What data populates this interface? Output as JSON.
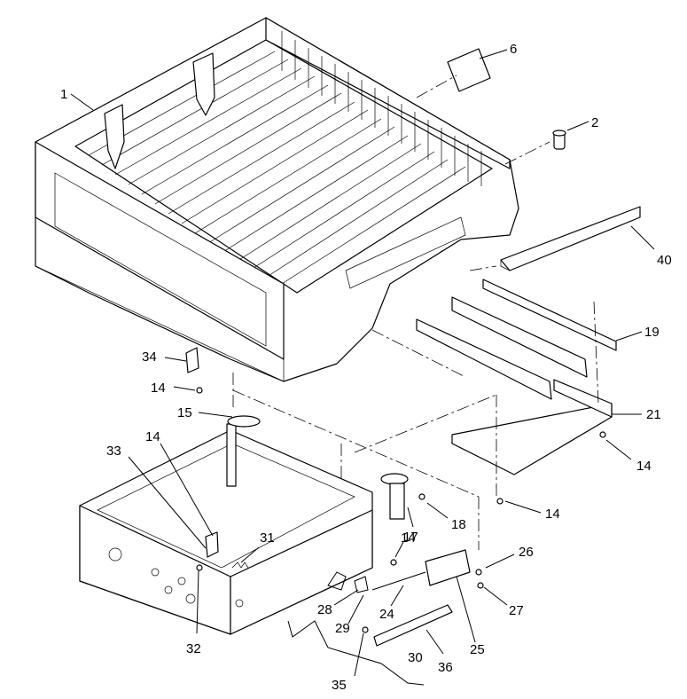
{
  "callouts": {
    "c1": "1",
    "c2": "2",
    "c6": "6",
    "c40": "40",
    "c19": "19",
    "c21": "21",
    "c34": "34",
    "c14a": "14",
    "c15": "15",
    "c14b": "14",
    "c33": "33",
    "c14c": "14",
    "c14d": "14",
    "c18": "18",
    "c17": "17",
    "c14e": "14",
    "c31": "31",
    "c26": "26",
    "c27": "27",
    "c32": "32",
    "c28": "28",
    "c24": "24",
    "c29": "29",
    "c25": "25",
    "c30": "30",
    "c36": "36",
    "c35": "35"
  }
}
